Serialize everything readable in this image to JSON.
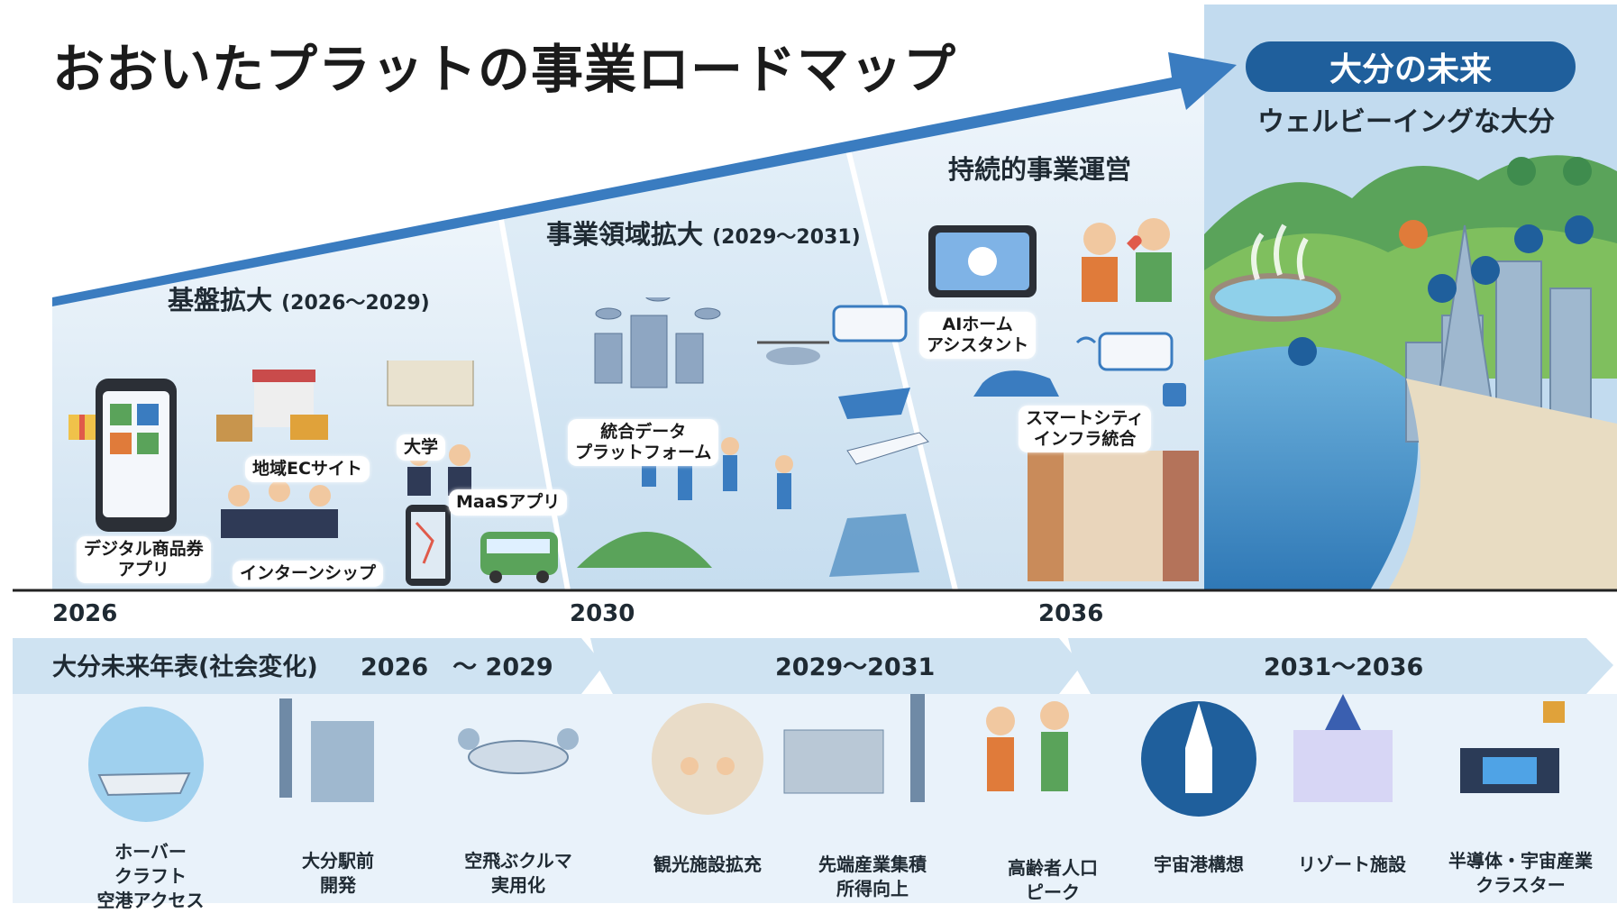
{
  "title": "おおいたプラットの事業ロードマップ",
  "phases": [
    {
      "label": "基盤拡大",
      "period": "(2026〜2029)"
    },
    {
      "label": "事業領域拡大",
      "period": "(2029〜2031)"
    },
    {
      "label": "持続的事業運営",
      "period": ""
    }
  ],
  "future": {
    "pill": "大分の未来",
    "subtitle": "ウェルビーイングな大分"
  },
  "phase1_items": [
    "デジタル商品券\nアプリ",
    "地域ECサイト",
    "大学",
    "インターンシップ",
    "MaaSアプリ"
  ],
  "phase2_items": [
    "統合データ\nプラットフォーム"
  ],
  "phase3_items": [
    "AIホーム\nアシスタント",
    "スマートシティ\nインフラ統合"
  ],
  "timeline_years": [
    "2026",
    "2030",
    "2036"
  ],
  "band": {
    "left_label": "大分未来年表(社会変化)",
    "segments": [
      "2026　〜 2029",
      "2029〜2031",
      "2031〜2036"
    ]
  },
  "events": [
    "ホーバー\nクラフト\n空港アクセス",
    "大分駅前\n開発",
    "空飛ぶクルマ\n実用化",
    "観光施設拡充",
    "先端産業集積\n所得向上",
    "高齢者人口\nピーク",
    "宇宙港構想",
    "リゾート施設",
    "半導体・宇宙産業\nクラスター"
  ],
  "icons": [
    "gift-icon",
    "smartphone-icon",
    "shop-icon",
    "school-icon",
    "graduation-icon",
    "bus-icon",
    "map-icon",
    "database-icon",
    "drone-icon",
    "ship-icon",
    "airplane-icon",
    "ai-icon",
    "heart-icon",
    "wifi-icon",
    "car-icon",
    "chip-icon",
    "mountain-icon",
    "onsen-icon",
    "hovercraft-icon",
    "tower-icon",
    "flying-car-icon",
    "rocket-icon",
    "castle-icon",
    "factory-icon",
    "elderly-icon"
  ],
  "colors": {
    "accent": "#1f5f9c",
    "arrow": "#3a7cc0",
    "panel": "#dcebf6",
    "band": "#cfe3f2",
    "future": "#bcd9ee"
  }
}
